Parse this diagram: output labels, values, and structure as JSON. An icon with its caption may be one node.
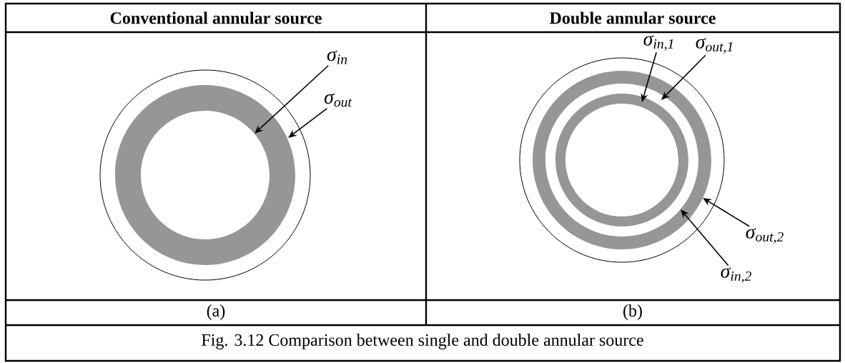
{
  "diagram": {
    "caption": "Fig. 3.12  Comparison between single and double annular source",
    "nodes": [
      {
        "text": [
          "σ$_{in}$"
        ]
      },
      {
        "text": [
          "σ$_{out}$"
        ]
      },
      {
        "text": [
          "σ$_{in,1}$"
        ]
      },
      {
        "text": [
          "σ$_{out,1}$"
        ]
      },
      {
        "text": [
          "σ$_{out,2}$"
        ]
      },
      {
        "text": [
          "σ$_{in,2}$"
        ]
      }
    ],
    "edges": [
      {
        "from": 0,
        "to": null,
        "arrow": "to"
      },
      {
        "from": 1,
        "to": null,
        "arrow": "to"
      },
      {
        "from": 2,
        "to": null,
        "arrow": "to"
      },
      {
        "from": 3,
        "to": null,
        "arrow": "to"
      },
      {
        "from": 4,
        "to": null,
        "arrow": "to"
      },
      {
        "from": 5,
        "to": null,
        "arrow": "to"
      }
    ],
    "labels": [
      "Conventional annular source",
      "Double annular source",
      "(a)",
      "(b)"
    ]
  }
}
